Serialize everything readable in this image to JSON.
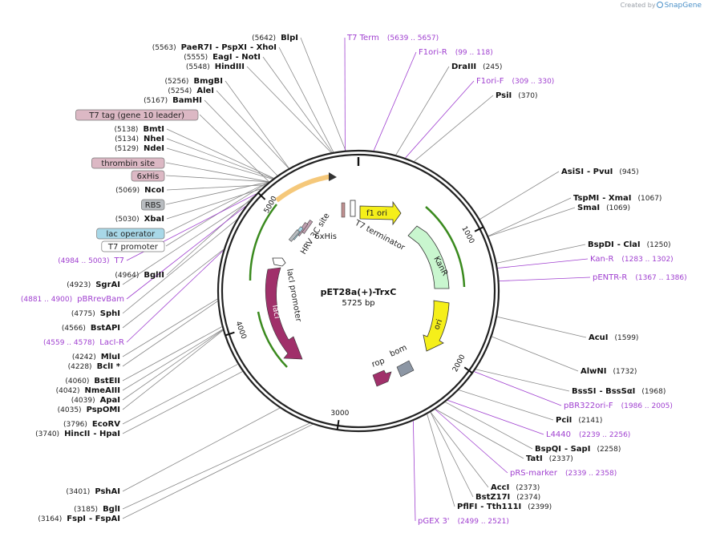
{
  "attribution": {
    "prefix": "Created by",
    "brand": "SnapGene"
  },
  "plasmid": {
    "name": "pET28a(+)-TrxC",
    "length_label": "5725 bp",
    "length_bp": 5725
  },
  "ticks": [
    {
      "bp": 1000,
      "label": "1000"
    },
    {
      "bp": 2000,
      "label": "2000"
    },
    {
      "bp": 3000,
      "label": "3000"
    },
    {
      "bp": 4000,
      "label": "4000"
    },
    {
      "bp": 5000,
      "label": "5000"
    }
  ],
  "colors": {
    "backbone": "#222222",
    "primer": "#a040d0",
    "feature_text": "#222222",
    "ori": "#f5ef1a",
    "kanr": "#c9f6cf",
    "laci": "#a0306a",
    "rop": "#a0306a",
    "bom": "#8c96a4",
    "t7ter": "#f5ef1a",
    "t7tag_orange": "#f5a04a",
    "promoter": "#ffffff"
  },
  "features": [
    {
      "name": "f1 ori",
      "icon": "arrow-cw",
      "color": "#f5ef1a"
    },
    {
      "name": "KanR",
      "icon": "arrow-ccw",
      "color": "#c9f6cf"
    },
    {
      "name": "ori",
      "icon": "arrow-ccw",
      "color": "#f5ef1a"
    },
    {
      "name": "rop",
      "icon": "arrow",
      "color": "#a0306a"
    },
    {
      "name": "bom",
      "icon": "box",
      "color": "#8c96a4"
    },
    {
      "name": "lacI",
      "icon": "arrow-ccw",
      "color": "#a0306a"
    },
    {
      "name": "lacI promoter",
      "icon": "promoter",
      "color": "#ffffff"
    },
    {
      "name": "T7 terminator",
      "icon": "terminator",
      "color": "#ffffff"
    },
    {
      "name": "6xHis",
      "icon": "box",
      "color": "#c0a0b0"
    },
    {
      "name": "HRV 3C site",
      "icon": "box",
      "color": "#c0a0b0"
    }
  ],
  "labels": {
    "left": [
      {
        "pos": "(5642)",
        "names": [
          "BlpI"
        ]
      },
      {
        "pos": "(5563)",
        "names": [
          "PaeR7I",
          "PspXI",
          "XhoI"
        ]
      },
      {
        "pos": "(5555)",
        "names": [
          "EagI",
          "NotI"
        ]
      },
      {
        "pos": "(5548)",
        "names": [
          "HindIII"
        ]
      },
      {
        "pos": "(5256)",
        "names": [
          "BmgBI"
        ]
      },
      {
        "pos": "(5254)",
        "names": [
          "AleI"
        ]
      },
      {
        "pos": "(5167)",
        "names": [
          "BamHI"
        ]
      },
      {
        "box": "T7 tag (gene 10 leader)",
        "box_color": "#dcb8c4"
      },
      {
        "pos": "(5138)",
        "names": [
          "BmtI"
        ]
      },
      {
        "pos": "(5134)",
        "names": [
          "NheI"
        ]
      },
      {
        "pos": "(5129)",
        "names": [
          "NdeI"
        ]
      },
      {
        "box": "thrombin site",
        "box_color": "#dcb8c4"
      },
      {
        "box": "6xHis",
        "box_color": "#dcb8c4"
      },
      {
        "pos": "(5069)",
        "names": [
          "NcoI"
        ]
      },
      {
        "box": "RBS",
        "box_color": "#b8bcc0"
      },
      {
        "pos": "(5030)",
        "names": [
          "XbaI"
        ]
      },
      {
        "box": "lac operator",
        "box_color": "#a8d8e8"
      },
      {
        "box": "T7 promoter",
        "box_color": "#ffffff"
      },
      {
        "primer": "T7",
        "range": "(4984 .. 5003)"
      },
      {
        "pos": "(4964)",
        "names": [
          "BglII"
        ]
      },
      {
        "pos": "(4923)",
        "names": [
          "SgrAI"
        ]
      },
      {
        "primer": "pBRrevBam",
        "range": "(4881 .. 4900)"
      },
      {
        "pos": "(4775)",
        "names": [
          "SphI"
        ]
      },
      {
        "pos": "(4566)",
        "names": [
          "BstAPI"
        ]
      },
      {
        "primer": "LacI-R",
        "range": "(4559 .. 4578)"
      },
      {
        "pos": "(4242)",
        "names": [
          "MluI"
        ]
      },
      {
        "pos": "(4228)",
        "names": [
          "BclI *"
        ]
      },
      {
        "pos": "(4060)",
        "names": [
          "BstEII"
        ]
      },
      {
        "pos": "(4042)",
        "names": [
          "NmeAIII"
        ]
      },
      {
        "pos": "(4039)",
        "names": [
          "ApaI"
        ]
      },
      {
        "pos": "(4035)",
        "names": [
          "PspOMI"
        ]
      },
      {
        "pos": "(3796)",
        "names": [
          "EcoRV"
        ]
      },
      {
        "pos": "(3740)",
        "names": [
          "HincII",
          "HpaI"
        ]
      },
      {
        "pos": "(3401)",
        "names": [
          "PshAI"
        ]
      },
      {
        "pos": "(3185)",
        "names": [
          "BglI"
        ]
      },
      {
        "pos": "(3164)",
        "names": [
          "FspI",
          "FspAI"
        ]
      }
    ],
    "right": [
      {
        "primer": "T7 Term",
        "range": "(5639 .. 5657)"
      },
      {
        "primer": "F1ori-R",
        "range": "(99 .. 118)"
      },
      {
        "names": [
          "DraIII"
        ],
        "pos": "(245)"
      },
      {
        "primer": "F1ori-F",
        "range": "(309 .. 330)"
      },
      {
        "names": [
          "PsiI"
        ],
        "pos": "(370)"
      },
      {
        "names": [
          "AsiSI",
          "PvuI"
        ],
        "pos": "(945)"
      },
      {
        "names": [
          "TspMI",
          "XmaI"
        ],
        "pos": "(1067)"
      },
      {
        "names": [
          "SmaI"
        ],
        "pos": "(1069)"
      },
      {
        "names": [
          "BspDI",
          "ClaI"
        ],
        "pos": "(1250)"
      },
      {
        "primer": "Kan-R",
        "range": "(1283 .. 1302)"
      },
      {
        "primer": "pENTR-R",
        "range": "(1367 .. 1386)"
      },
      {
        "names": [
          "AcuI"
        ],
        "pos": "(1599)"
      },
      {
        "names": [
          "AlwNI"
        ],
        "pos": "(1732)"
      },
      {
        "names": [
          "BssSI",
          "BssSαI"
        ],
        "pos": "(1968)"
      },
      {
        "primer": "pBR322ori-F",
        "range": "(1986 .. 2005)"
      },
      {
        "names": [
          "PciI"
        ],
        "pos": "(2141)"
      },
      {
        "primer": "L4440",
        "range": "(2239 .. 2256)"
      },
      {
        "names": [
          "BspQI",
          "SapI"
        ],
        "pos": "(2258)"
      },
      {
        "names": [
          "TatI"
        ],
        "pos": "(2337)"
      },
      {
        "primer": "pRS-marker",
        "range": "(2339 .. 2358)"
      },
      {
        "names": [
          "AccI"
        ],
        "pos": "(2373)"
      },
      {
        "names": [
          "BstZ17I"
        ],
        "pos": "(2374)"
      },
      {
        "names": [
          "PflFI",
          "Tth111I"
        ],
        "pos": "(2399)"
      },
      {
        "primer": "pGEX 3'",
        "range": "(2499 .. 2521)"
      }
    ]
  }
}
